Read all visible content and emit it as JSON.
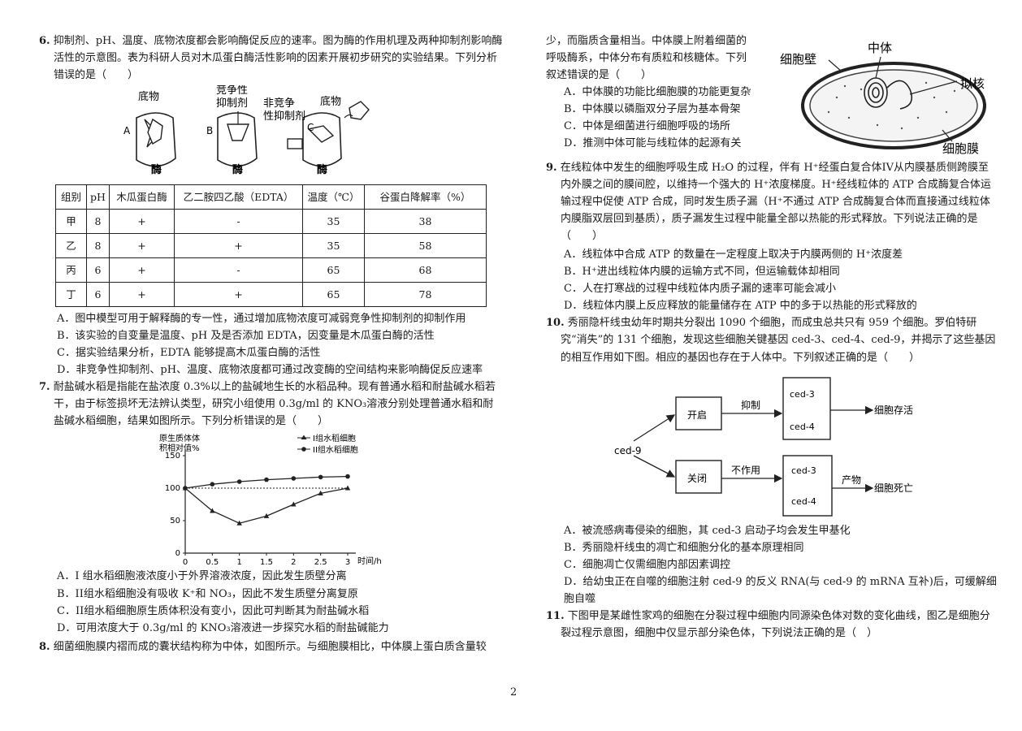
{
  "q6": {
    "num": "6.",
    "stem": "抑制剂、pH、温度、底物浓度都会影响酶促反应的速率。图为酶的作用机理及两种抑制剂影响酶活性的示意图。表为科研人员对木瓜蛋白酶活性影响的因素开展初步研究的实验结果。下列分析错误的是（　　）",
    "fig": {
      "label_a": "A",
      "label_b": "B",
      "label_c": "C",
      "substrate": "底物",
      "comp_inhib_1": "竞争性",
      "comp_inhib_2": "抑制剂",
      "noncomp_1": "非竞争",
      "noncomp_2": "性抑制剂",
      "substrate_c": "底物",
      "enzyme": "酶"
    },
    "table": {
      "headers": [
        "组别",
        "pH",
        "木瓜蛋白酶",
        "乙二胺四乙酸（EDTA）",
        "温度（℃）",
        "谷蛋白降解率（%）"
      ],
      "rows": [
        [
          "甲",
          "8",
          "+",
          "-",
          "35",
          "38"
        ],
        [
          "乙",
          "8",
          "+",
          "+",
          "35",
          "58"
        ],
        [
          "丙",
          "6",
          "+",
          "-",
          "65",
          "68"
        ],
        [
          "丁",
          "6",
          "+",
          "+",
          "65",
          "78"
        ]
      ]
    },
    "options": [
      "A．图中模型可用于解释酶的专一性，通过增加底物浓度可减弱竞争性抑制剂的抑制作用",
      "B．该实验的自变量是温度、pH 及是否添加 EDTA，因变量是木瓜蛋白酶的活性",
      "C．据实验结果分析，EDTA 能够提高木瓜蛋白酶的活性",
      "D．非竞争性抑制剂、pH、温度、底物浓度都可通过改变酶的空间结构来影响酶促反应速率"
    ]
  },
  "q7": {
    "num": "7.",
    "stem": "耐盐碱水稻是指能在盐浓度 0.3%以上的盐碱地生长的水稻品种。现有普通水稻和耐盐碱水稻若干，由于标签损坏无法辨认类型，研究小组使用 0.3g/ml 的 KNO₃溶液分别处理普通水稻和耐盐碱水稻细胞，结果如图所示。下列分析错误的是（　　）",
    "options": [
      "A．I 组水稻细胞液浓度小于外界溶液浓度，因此发生质壁分离",
      "B．II组水稻细胞没有吸收 K⁺和 NO₃，因此不发生质壁分离复原",
      "C．II组水稻细胞原生质体积没有变小，因此可判断其为耐盐碱水稻",
      "D．可用浓度大于 0.3g/ml 的 KNO₃溶液进一步探究水稻的耐盐碱能力"
    ]
  },
  "chart_data": {
    "type": "line",
    "ylabel_1": "原生质体体",
    "ylabel_2": "积相对值%",
    "xlabel": "时间/h",
    "x": [
      0,
      0.5,
      1,
      1.5,
      2,
      2.5,
      3
    ],
    "xlim": [
      0,
      3
    ],
    "ylim": [
      0,
      150
    ],
    "yticks": [
      "0",
      "50",
      "100",
      "150"
    ],
    "xticks": [
      "0",
      "0.5",
      "1",
      "1.5",
      "2",
      "2.5",
      "3"
    ],
    "legend": "top-right",
    "series": [
      {
        "name": "I组水稻细胞",
        "values": [
          100,
          65,
          46,
          57,
          75,
          92,
          100
        ]
      },
      {
        "name": "II组水稻细胞",
        "values": [
          100,
          106,
          110,
          113,
          115,
          117,
          118
        ]
      }
    ]
  },
  "q8": {
    "num": "8.",
    "stem_left": "细菌细胞膜内褶而成的囊状结构称为中体，如图所示。与细胞膜相比，中体膜上蛋白质含量较",
    "stem_right_1": "少，而脂质含量相当。中体膜上附着细菌的",
    "stem_right_2": "呼吸酶系，中体分布有质粒和核糖体。下列",
    "stem_right_3": "叙述错误的是（　　）",
    "fig": {
      "cell_wall": "细胞壁",
      "mesosome": "中体",
      "nucleoid": "拟核",
      "membrane": "细胞膜"
    },
    "options": [
      "A．中体膜的功能比细胞膜的功能更复杂",
      "B．中体膜以磷脂双分子层为基本骨架",
      "C．中体是细菌进行细胞呼吸的场所",
      "D．推测中体可能与线粒体的起源有关"
    ]
  },
  "q9": {
    "num": "9.",
    "stem": "在线粒体中发生的细胞呼吸生成 H₂O 的过程，伴有 H⁺经蛋白复合体IV从内膜基质侧跨膜至内外膜之间的膜间腔，以维持一个强大的 H⁺浓度梯度。H⁺经线粒体的 ATP 合成酶复合体运输过程中促使 ATP 合成，同时发生质子漏（H⁺不通过 ATP 合成酶复合体而直接通过线粒体内膜脂双层回到基质），质子漏发生过程中能量全部以热能的形式释放。下列说法正确的是（　　）",
    "options": [
      "A．线粒体中合成 ATP 的数量在一定程度上取决于内膜两侧的 H⁺浓度差",
      "B．H⁺进出线粒体内膜的运输方式不同，但运输载体却相同",
      "C．人在打寒战的过程中线粒体内质子漏的速率可能会减小",
      "D．线粒体内膜上反应释放的能量储存在 ATP 中的多于以热能的形式释放的"
    ]
  },
  "q10": {
    "num": "10.",
    "stem": "秀丽隐杆线虫幼年时期共分裂出 1090 个细胞，而成虫总共只有 959 个细胞。罗伯特研究“消失”的 131 个细胞，发现这些细胞关键基因 ced-3、ced-4、ced-9，并揭示了这些基因的相互作用如下图。相应的基因也存在于人体中。下列叙述正确的是（　　）",
    "diagram": {
      "ced9": "ced-9",
      "open": "开启",
      "inhibit": "抑制",
      "ced3a": "ced-3",
      "ced4a": "ced-4",
      "survive": "细胞存活",
      "close": "关闭",
      "noeffect": "不作用",
      "ced3b": "ced-3",
      "ced4b": "ced-4",
      "product": "产物",
      "death": "细胞死亡"
    },
    "options": [
      "A．被流感病毒侵染的细胞，其 ced-3 启动子均会发生甲基化",
      "B．秀丽隐杆线虫的凋亡和细胞分化的基本原理相同",
      "C．细胞凋亡仅需细胞内部因素调控",
      "D．给幼虫正在自噬的细胞注射 ced-9 的反义 RNA(与 ced-9 的 mRNA 互补)后，可缓解细胞自噬"
    ]
  },
  "q11": {
    "num": "11.",
    "stem": "下图甲是某雌性家鸡的细胞在分裂过程中细胞内同源染色体对数的变化曲线，图乙是细胞分裂过程示意图，细胞中仅显示部分染色体，下列说法正确的是（　）"
  },
  "page_number": "2"
}
